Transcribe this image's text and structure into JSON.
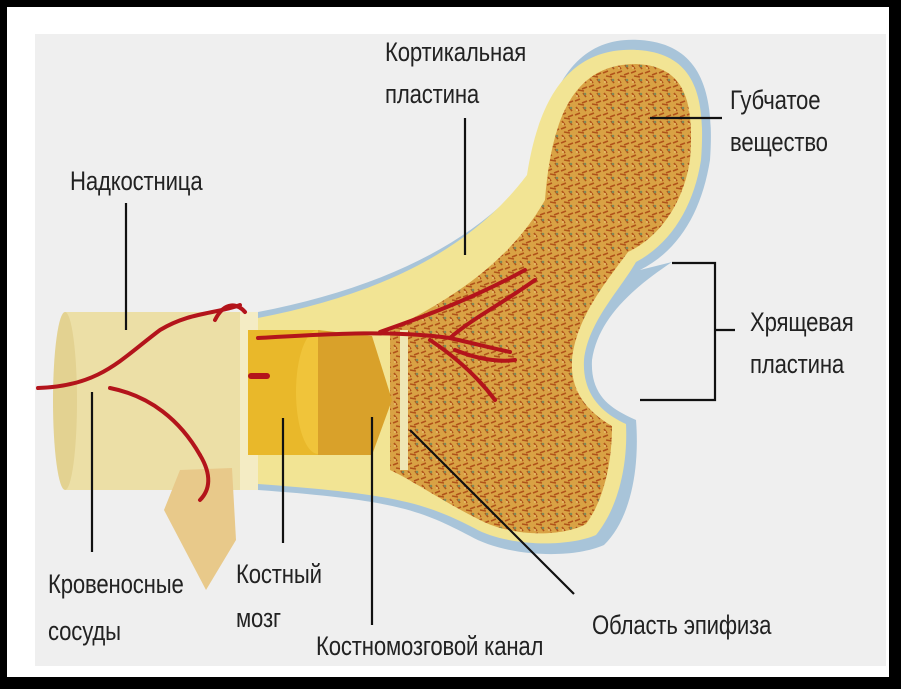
{
  "labels": {
    "periosteum": "Надкостница",
    "cortical_plate_1": "Кортикальная",
    "cortical_plate_2": "пластина",
    "spongy_1": "Губчатое",
    "spongy_2": "вещество",
    "cartilage_1": "Хрящевая",
    "cartilage_2": "пластина",
    "vessels_1": "Кровеносные",
    "vessels_2": "сосуды",
    "marrow_1": "Костный",
    "marrow_2": "мозг",
    "canal": "Костномозговой канал",
    "epiphysis": "Область эпифиза"
  },
  "colors": {
    "background_panel": "#efefef",
    "periosteum": "#ecdfa6",
    "cortical": "#f2e494",
    "spongy": "#c98a2a",
    "cartilage": "#a8c4d9",
    "marrow": "#e6b12a",
    "vessel": "#b3141b"
  }
}
